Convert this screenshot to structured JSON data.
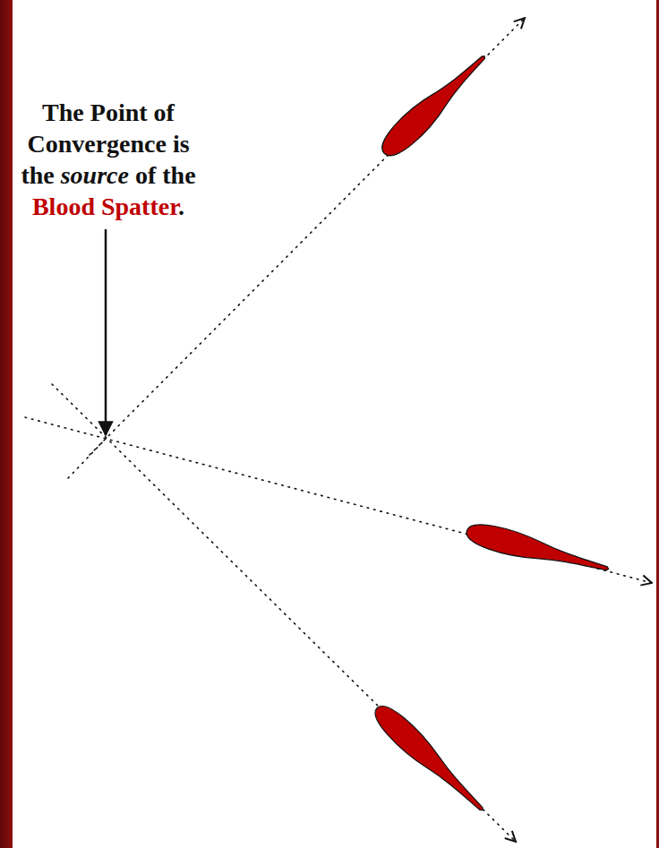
{
  "diagram": {
    "labels": [
      "The Point of Convergence is the",
      "source",
      "of the",
      "Blood Spatter",
      "."
    ]
  }
}
